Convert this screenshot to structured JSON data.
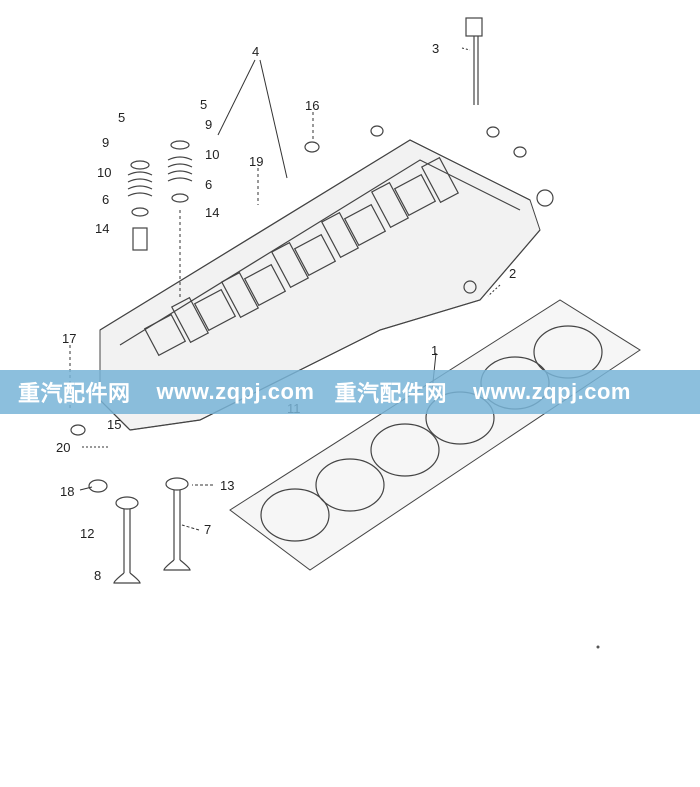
{
  "diagram": {
    "callouts": [
      {
        "id": "c1",
        "text": "1"
      },
      {
        "id": "c2",
        "text": "2"
      },
      {
        "id": "c3",
        "text": "3"
      },
      {
        "id": "c4",
        "text": "4"
      },
      {
        "id": "c5a",
        "text": "5"
      },
      {
        "id": "c5b",
        "text": "5"
      },
      {
        "id": "c6a",
        "text": "6"
      },
      {
        "id": "c6b",
        "text": "6"
      },
      {
        "id": "c7",
        "text": "7"
      },
      {
        "id": "c8",
        "text": "8"
      },
      {
        "id": "c9a",
        "text": "9"
      },
      {
        "id": "c9b",
        "text": "9"
      },
      {
        "id": "c10a",
        "text": "10"
      },
      {
        "id": "c10b",
        "text": "10"
      },
      {
        "id": "c11",
        "text": "11"
      },
      {
        "id": "c12",
        "text": "12"
      },
      {
        "id": "c13",
        "text": "13"
      },
      {
        "id": "c14a",
        "text": "14"
      },
      {
        "id": "c14b",
        "text": "14"
      },
      {
        "id": "c15",
        "text": "15"
      },
      {
        "id": "c16",
        "text": "16"
      },
      {
        "id": "c17",
        "text": "17"
      },
      {
        "id": "c18",
        "text": "18"
      },
      {
        "id": "c19",
        "text": "19"
      },
      {
        "id": "c20",
        "text": "20"
      }
    ]
  },
  "watermark": {
    "brand_1": "重汽配件网",
    "url_1": "www.zqpj.com",
    "brand_2": "重汽配件网",
    "url_2": "www.zqpj.com"
  }
}
